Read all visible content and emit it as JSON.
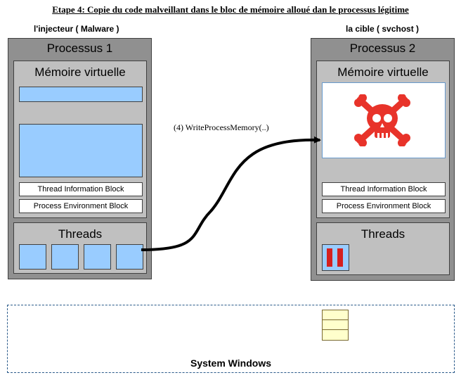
{
  "title": "Etape 4: Copie du code malveillant dans le bloc de mémoire alloué dan le processus légitime",
  "left": {
    "caption": "l'injecteur ( Malware )",
    "process_title": "Processus 1",
    "memory_title": "Mémoire virtuelle",
    "tib_label": "Thread Information Block",
    "peb_label": "Process Environment Block",
    "threads_title": "Threads"
  },
  "right": {
    "caption": "la cible ( svchost )",
    "process_title": "Processus 2",
    "memory_title": "Mémoire virtuelle",
    "tib_label": "Thread Information Block",
    "peb_label": "Process Environment Block",
    "threads_title": "Threads"
  },
  "arrow_label": "(4) WriteProcessMemory(..)",
  "system_label": "System Windows",
  "colors": {
    "process_bg": "#909090",
    "panel_bg": "#c0c0c0",
    "memory_block": "#99ccff",
    "skull": "#e8332a",
    "pause": "#d42020",
    "stack": "#ffffcc"
  },
  "icons": {
    "skull": "skull-crossbones-icon",
    "pause": "pause-icon"
  }
}
